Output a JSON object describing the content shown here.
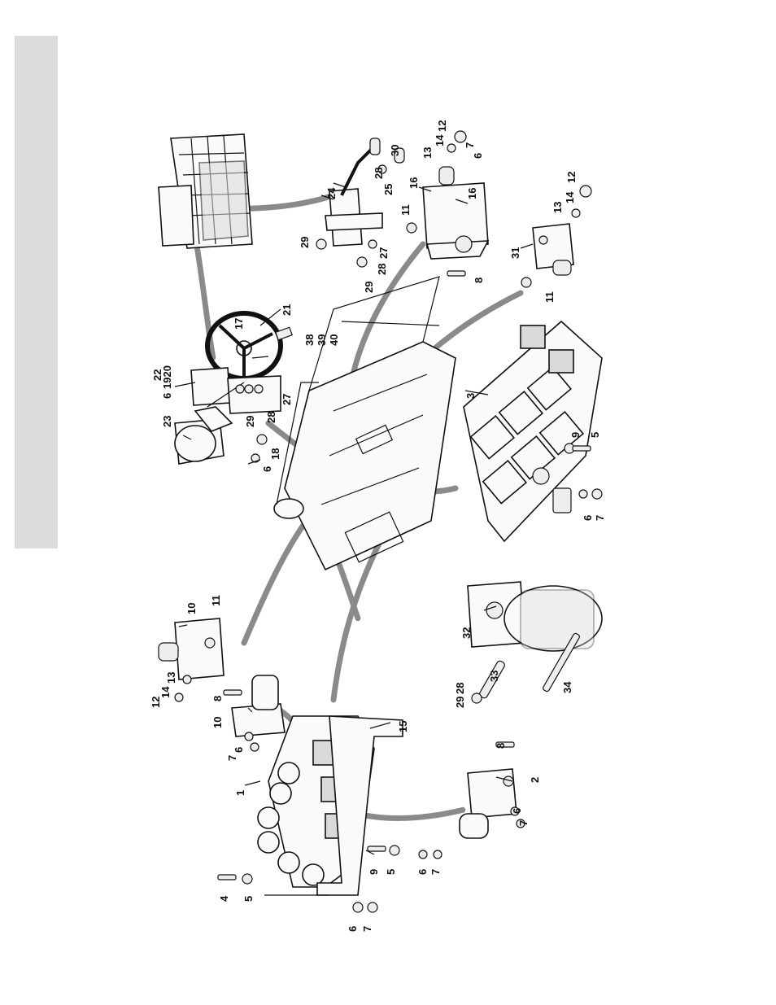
{
  "figure": {
    "description_hidden": false
  },
  "callouts": {
    "c1": "1",
    "c2": "2",
    "c3": "3",
    "c4": "4",
    "c5": "5",
    "c6": "6",
    "c7": "7",
    "c8": "8",
    "c9": "9",
    "c10": "10",
    "c11": "11",
    "c12": "12",
    "c13": "13",
    "c14": "14",
    "c15": "15",
    "c16": "16",
    "c17": "17",
    "c18": "18",
    "c19": "19",
    "c20": "20",
    "c21": "21",
    "c22": "22",
    "c23": "23",
    "c24": "24",
    "c25": "25",
    "c27": "27",
    "c28": "28",
    "c29": "29",
    "c30": "30",
    "c31": "31",
    "c32": "32",
    "c33": "33",
    "c34": "34",
    "c38": "38",
    "c39": "39",
    "c40": "40",
    "c1920": "1920"
  },
  "colors": {
    "strip": "#dcdcdc",
    "ink": "#111111",
    "hose": "#8a8a8a"
  }
}
